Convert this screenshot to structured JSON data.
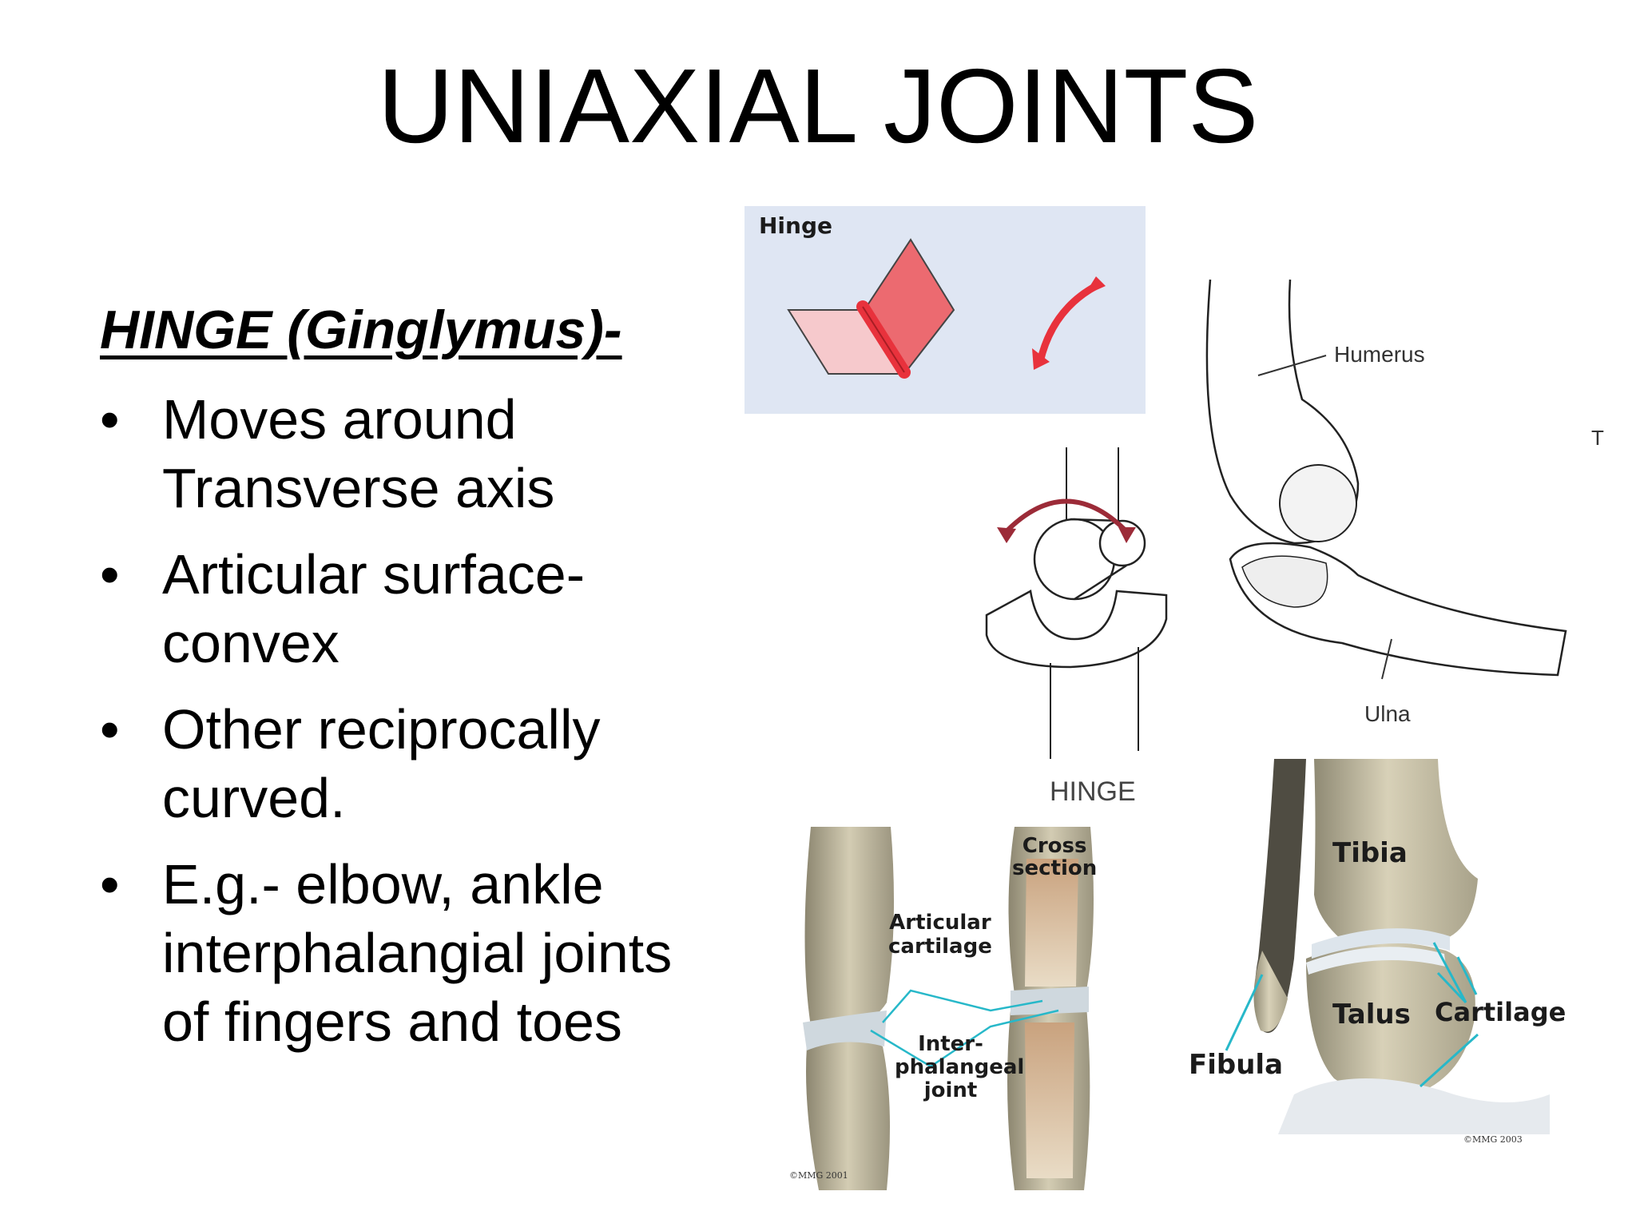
{
  "title": "UNIAXIAL JOINTS",
  "subheading": "HINGE (Ginglymus)-",
  "bullets": [
    {
      "line1": "Moves around",
      "line2": "Transverse axis",
      "line3": ""
    },
    {
      "line1": "Articular surface-",
      "line2": "convex",
      "line3": ""
    },
    {
      "line1": "Other reciprocally",
      "line2": "curved.",
      "line3": ""
    },
    {
      "line1": "E.g.- elbow, ankle",
      "line2": "interphalangial joints",
      "line3": "of fingers and toes"
    }
  ],
  "bullet_char": "•",
  "hinge_panel": {
    "label": "Hinge",
    "background": "#dfe6f3"
  },
  "hinge_diagram": {
    "label": "HINGE"
  },
  "elbow_figure": {
    "humerus": "Humerus",
    "ulna": "Ulna",
    "edge_letter": "T"
  },
  "finger_figure": {
    "cross_section_1": "Cross",
    "cross_section_2": "section",
    "articular_1": "Articular",
    "articular_2": "cartilage",
    "inter_1": "Inter-",
    "inter_2": "phalangeal",
    "inter_3": "joint",
    "copyright": "©MMG 2001"
  },
  "ankle_figure": {
    "tibia": "Tibia",
    "talus": "Talus",
    "cartilage": "Cartilage",
    "fibula": "Fibula",
    "copyright": "©MMG 2003"
  },
  "colors": {
    "hinge_red": "#e8323c",
    "arrow_red": "#a3303b",
    "cartilage_cyan": "#27b8c9",
    "bone": "#cfc7ae"
  }
}
